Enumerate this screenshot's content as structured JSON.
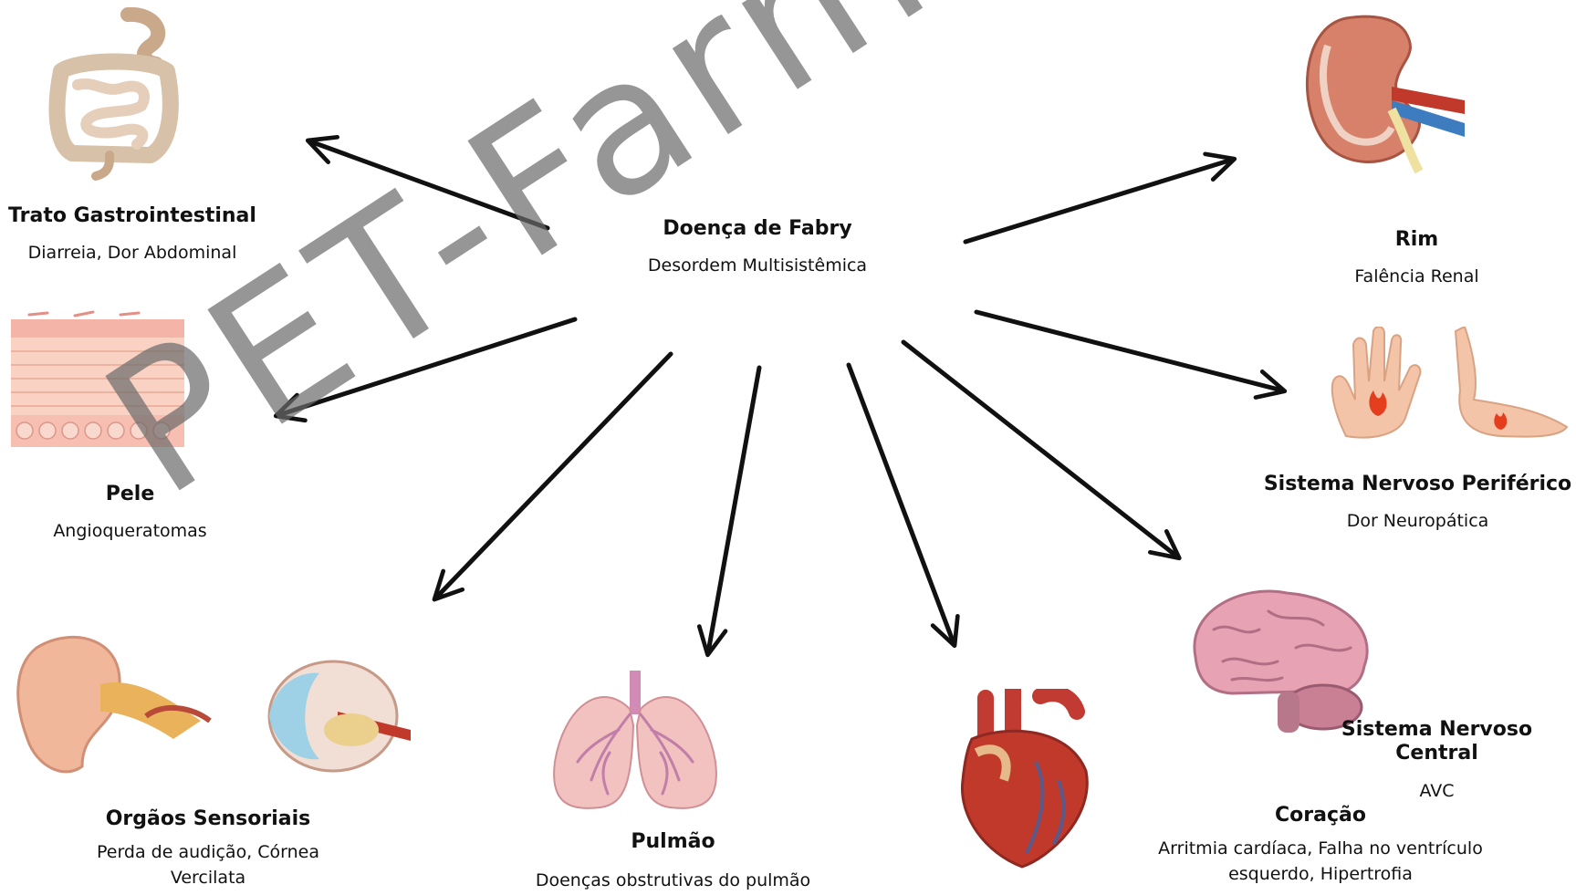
{
  "center": {
    "title": "Doença de Fabry",
    "subtitle": "Desordem Multisistêmica"
  },
  "organs": {
    "gi": {
      "title": "Trato Gastrointestinal",
      "desc": "Diarreia, Dor Abdominal"
    },
    "skin": {
      "title": "Pele",
      "desc": "Angioqueratomas"
    },
    "sensory": {
      "title": "Orgãos Sensoriais",
      "desc": "Perda de audição, Córnea Vercilata"
    },
    "lung": {
      "title": "Pulmão",
      "desc": "Doenças obstrutivas do pulmão"
    },
    "heart": {
      "title": "Coração",
      "desc": "Arritmia cardíaca, Falha no ventrículo esquerdo, Hipertrofia"
    },
    "cns": {
      "title": "Sistema Nervoso Central",
      "desc": "AVC"
    },
    "pns": {
      "title": "Sistema Nervoso Periférico",
      "desc": "Dor Neuropática"
    },
    "kidney": {
      "title": "Rim",
      "desc": "Falência Renal"
    }
  },
  "watermark": "PET-Farmácia UFRB"
}
